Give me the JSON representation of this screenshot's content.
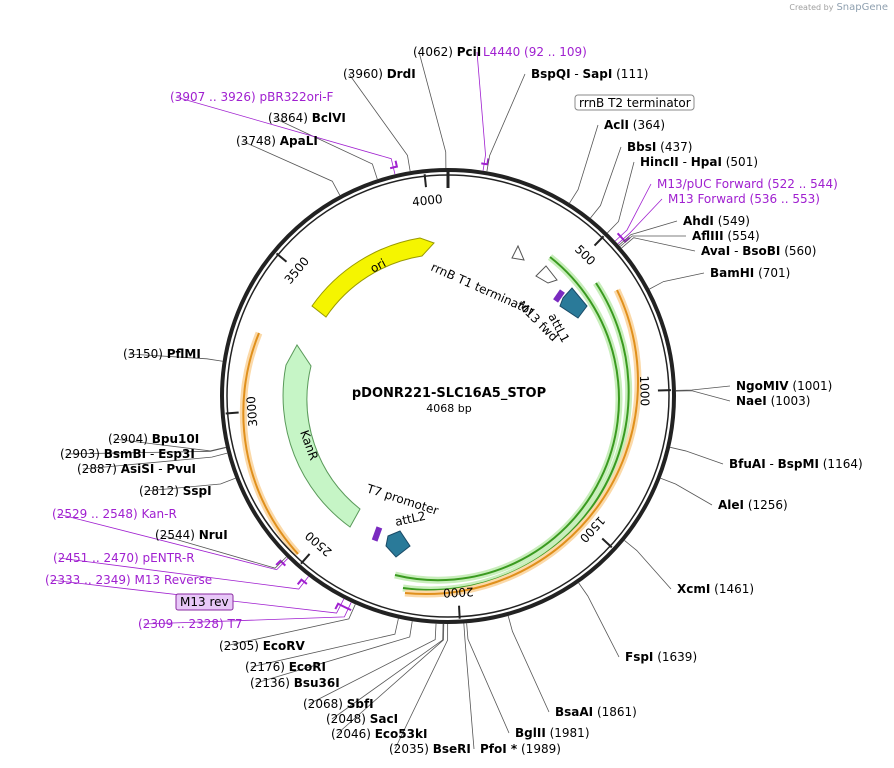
{
  "credit": {
    "prefix": "Created by",
    "brand": "SnapGene"
  },
  "plasmid": {
    "name": "pDONR221-SLC16A5_STOP",
    "size": "4068 bp",
    "length": 4068
  },
  "colors": {
    "backbone": "#222222",
    "primer": "#a020d0",
    "feature_green": "#3a9a20",
    "feature_orange": "#e0901c",
    "ori": "#f5f500",
    "kanr": "#c6f5c6",
    "att": "#2a7a99"
  },
  "ticks": [
    {
      "pos": 500,
      "label": "500"
    },
    {
      "pos": 1000,
      "label": "1000"
    },
    {
      "pos": 1500,
      "label": "1500"
    },
    {
      "pos": 2000,
      "label": "2000"
    },
    {
      "pos": 2500,
      "label": "2500"
    },
    {
      "pos": 3000,
      "label": "3000"
    },
    {
      "pos": 3500,
      "label": "3500"
    },
    {
      "pos": 4000,
      "label": "4000"
    }
  ],
  "features": [
    {
      "name": "ori",
      "label": "ori"
    },
    {
      "name": "kanr",
      "label": "KanR"
    },
    {
      "name": "rrnb-t1",
      "label": "rrnB T1 terminator"
    },
    {
      "name": "m13-fwd",
      "label": "M13 fwd"
    },
    {
      "name": "attl1",
      "label": "attL1"
    },
    {
      "name": "t7-promoter",
      "label": "T7 promoter"
    },
    {
      "name": "attl2",
      "label": "attL2"
    }
  ],
  "sites": [
    {
      "name": "PciI",
      "pos": "(4062)",
      "bp": 4062
    },
    {
      "name": "DrdI",
      "pos": "(3960)",
      "bp": 3960
    },
    {
      "name": "BclVI",
      "pos": "(3864)",
      "bp": 3864
    },
    {
      "name": "ApaLI",
      "pos": "(3748)",
      "bp": 3748
    },
    {
      "name": "PflMI",
      "pos": "(3150)",
      "bp": 3150
    },
    {
      "name": "Bpu10I",
      "pos": "(2904)",
      "bp": 2904
    },
    {
      "name": "BsmBI",
      "name2": "Esp3I",
      "pos": "(2903)",
      "bp": 2903
    },
    {
      "name": "AsiSI",
      "name2": "PvuI",
      "pos": "(2887)",
      "bp": 2887
    },
    {
      "name": "SspI",
      "pos": "(2812)",
      "bp": 2812
    },
    {
      "name": "NruI",
      "pos": "(2544)",
      "bp": 2544
    },
    {
      "name": "EcoRV",
      "pos": "(2305)",
      "bp": 2305
    },
    {
      "name": "EcoRI",
      "pos": "(2176)",
      "bp": 2176
    },
    {
      "name": "Bsu36I",
      "pos": "(2136)",
      "bp": 2136
    },
    {
      "name": "SbfI",
      "pos": "(2068)",
      "bp": 2068
    },
    {
      "name": "SacI",
      "pos": "(2048)",
      "bp": 2048
    },
    {
      "name": "Eco53kI",
      "pos": "(2046)",
      "bp": 2046
    },
    {
      "name": "BseRI",
      "pos": "(2035)",
      "bp": 2035
    },
    {
      "name": "PfoI *",
      "pos": "(1989)",
      "bp": 1989
    },
    {
      "name": "BglII",
      "pos": "(1981)",
      "bp": 1981
    },
    {
      "name": "BsaAI",
      "pos": "(1861)",
      "bp": 1861
    },
    {
      "name": "FspI",
      "pos": "(1639)",
      "bp": 1639
    },
    {
      "name": "XcmI",
      "pos": "(1461)",
      "bp": 1461
    },
    {
      "name": "AleI",
      "pos": "(1256)",
      "bp": 1256
    },
    {
      "name": "BfuAI",
      "name2": "BspMI",
      "pos": "(1164)",
      "bp": 1164
    },
    {
      "name": "NaeI",
      "pos": "(1003)",
      "bp": 1003
    },
    {
      "name": "NgoMIV",
      "pos": "(1001)",
      "bp": 1001
    },
    {
      "name": "BamHI",
      "pos": "(701)",
      "bp": 701
    },
    {
      "name": "AvaI",
      "name2": "BsoBI",
      "pos": "(560)",
      "bp": 560
    },
    {
      "name": "AflIII",
      "pos": "(554)",
      "bp": 554
    },
    {
      "name": "AhdI",
      "pos": "(549)",
      "bp": 549
    },
    {
      "name": "HincII",
      "name2": "HpaI",
      "pos": "(501)",
      "bp": 501
    },
    {
      "name": "BbsI",
      "pos": "(437)",
      "bp": 437
    },
    {
      "name": "AclI",
      "pos": "(364)",
      "bp": 364
    },
    {
      "name": "BspQI",
      "name2": "SapI",
      "pos": "(111)",
      "bp": 111
    }
  ],
  "primers": [
    {
      "name": "L4440",
      "pos": "(92 .. 109)"
    },
    {
      "name": "pBR322ori-F",
      "pos": "(3907 .. 3926)"
    },
    {
      "name": "M13/pUC Forward",
      "pos": "(522 .. 544)"
    },
    {
      "name": "M13 Forward",
      "pos": "(536 .. 553)"
    },
    {
      "name": "Kan-R",
      "pos": "(2529 .. 2548)"
    },
    {
      "name": "pENTR-R",
      "pos": "(2451 .. 2470)"
    },
    {
      "name": "M13 Reverse",
      "pos": "(2333 .. 2349)"
    },
    {
      "name": "T7",
      "pos": "(2309 .. 2328)"
    }
  ],
  "boxed": {
    "rrnb_t2": "rrnB T2 terminator",
    "m13_rev": "M13 rev"
  }
}
